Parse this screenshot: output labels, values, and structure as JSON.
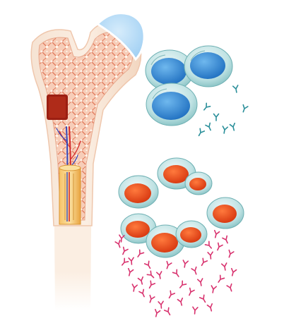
{
  "scene": {
    "subject": "bone-marrow-illustration",
    "colors": {
      "background": "#ffffff",
      "bone_outer": "#f5dcc8",
      "bone_inner": "#f0c9b0",
      "spongy_bone": "#e89a7e",
      "marrow_dark": "#9c1f12",
      "marrow_yellow": "#f2b04a",
      "femoral_head": "#b9dcf7",
      "blood_vessel_red": "#d42a2a",
      "blood_vessel_blue": "#3346b8",
      "blue_cell_nucleus": "#2a86d4",
      "red_cell_nucleus": "#e8431a",
      "cell_membrane": "#a8d8d8",
      "antibody_teal": "#2a8f9a",
      "antibody_pink": "#d8326e"
    },
    "groups": [
      {
        "name": "b-cell-cluster",
        "cells": 3,
        "nucleus_color": "blue",
        "antibody_count": 8
      },
      {
        "name": "plasma-cell-cluster",
        "cells": 7,
        "nucleus_color": "orange-red",
        "antibody_count": 42
      }
    ]
  }
}
